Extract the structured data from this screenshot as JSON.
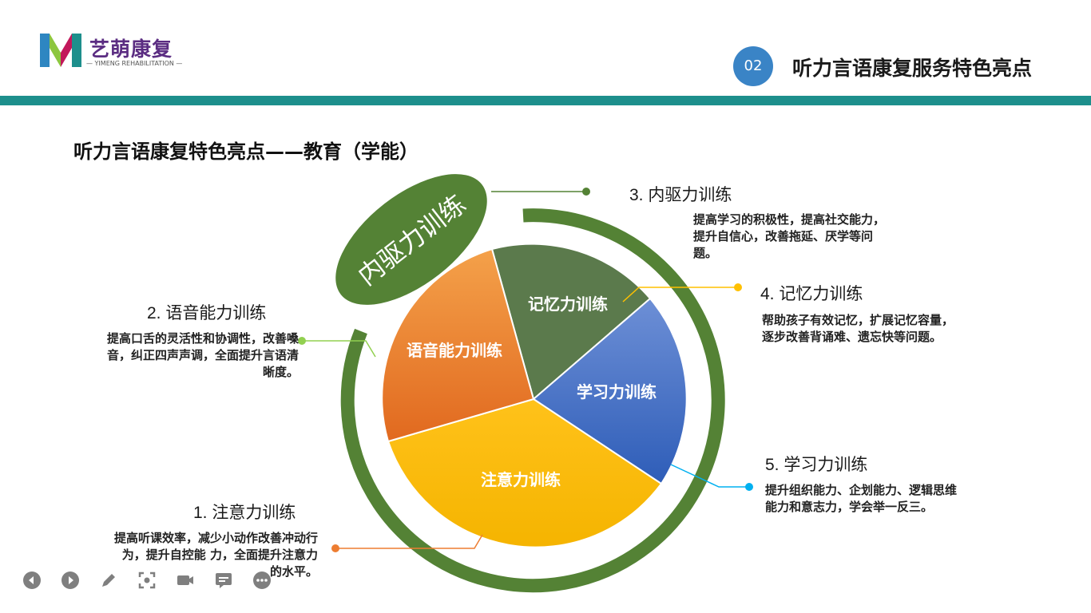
{
  "logo": {
    "name": "艺萌康复",
    "subtitle": "— YIMENG REHABILITATION —"
  },
  "section": {
    "number": "02",
    "title": "听力言语康复服务特色亮点"
  },
  "slide_title": "听力言语康复特色亮点——教育（学能）",
  "ellipse_label": "内驱力训练",
  "pie": {
    "slices": [
      {
        "label": "记忆力训练",
        "color": "#5b7a4c"
      },
      {
        "label": "学习力训练",
        "color": "#4472c4"
      },
      {
        "label": "注意力训练",
        "color": "#ffc000"
      },
      {
        "label": "语音能力训练",
        "color": "#ed7d31"
      }
    ]
  },
  "items": [
    {
      "heading": "1. 注意力训练",
      "desc": "提高听课效率，减少小动作改善冲动行为，提升自控能 力，全面提升注意力的水平。",
      "dot_color": "#ed7d31"
    },
    {
      "heading": "2. 语音能力训练",
      "desc": "提高口舌的灵活性和协调性，改善嗓音，纠正四声声调，全面提升言语清晰度。",
      "dot_color": "#92d050"
    },
    {
      "heading": "3. 内驱力训练",
      "desc": "提高学习的积极性，提高社交能力，提升自信心，改善拖延、厌学等问题。",
      "dot_color": "#548235"
    },
    {
      "heading": "4. 记忆力训练",
      "desc": "帮助孩子有效记忆，扩展记忆容量，逐步改善背诵难、遗忘快等问题。",
      "dot_color": "#ffc000"
    },
    {
      "heading": "5. 学习力训练",
      "desc": "提升组织能力、企划能力、逻辑思维能力和意志力，学会举一反三。",
      "dot_color": "#00b0f0"
    }
  ],
  "colors": {
    "teal": "#1d8f8c",
    "green": "#548235",
    "badge": "#3a84c6"
  },
  "toolbar": [
    "prev-icon",
    "next-icon",
    "pen-icon",
    "zoom-icon",
    "camera-icon",
    "subtitle-icon",
    "more-icon"
  ]
}
